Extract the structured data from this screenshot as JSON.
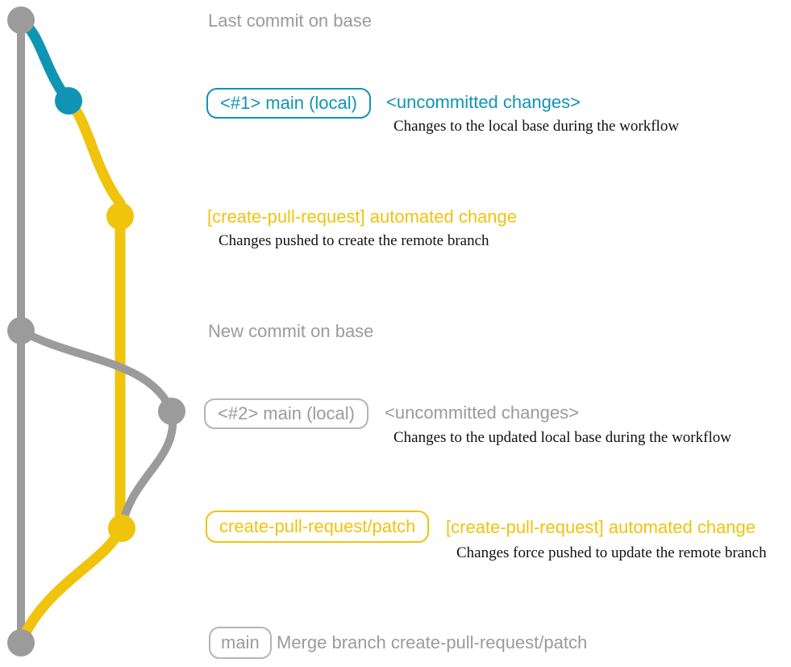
{
  "colors": {
    "gray": "#9b9b9b",
    "gray_border": "#b5b5b5",
    "blue": "#1094b4",
    "yellow": "#f0c30d",
    "black": "#111111"
  },
  "rows": {
    "last_commit": {
      "label": "Last commit on base"
    },
    "checkpoint1": {
      "badge": "<#1> main (local)",
      "title": "<uncommitted changes>",
      "desc": "Changes to the local base during the workflow"
    },
    "push1": {
      "title": "[create-pull-request] automated change",
      "desc": "Changes pushed to create the remote branch"
    },
    "new_commit": {
      "label": "New commit on base"
    },
    "checkpoint2": {
      "badge": "<#2> main (local)",
      "title": "<uncommitted changes>",
      "desc": "Changes to the updated local base during the workflow"
    },
    "push2": {
      "badge": "create-pull-request/patch",
      "title": "[create-pull-request] automated change",
      "desc": "Changes force pushed to update the remote branch"
    },
    "merge": {
      "badge": "main",
      "label": "Merge branch create-pull-request/patch"
    }
  }
}
